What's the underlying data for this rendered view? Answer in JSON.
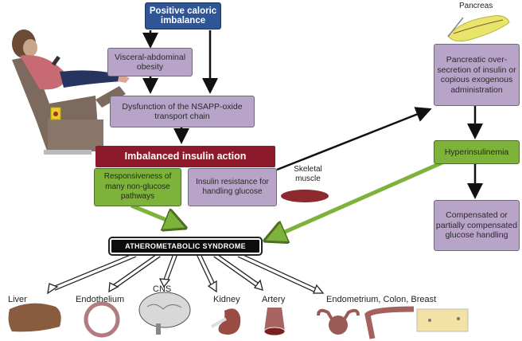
{
  "diagram": {
    "nodes": {
      "caloric": "Positive caloric imbalance",
      "visceral": "Visceral-abdominal obesity",
      "nsapp": "Dysfunction of the NSAPP-oxide transport chain",
      "imbalanced": "Imbalanced insulin action",
      "responsiveness": "Responsiveness of many non-glucose pathways",
      "resistance": "Insulin resistance for handling glucose",
      "pancreatic": "Pancreatic over-secretion of insulin or copious exogenous administration",
      "hyper": "Hyperinsulinemia",
      "compensated": "Compensated or partially compensated glucose handling",
      "syndrome": "ATHEROMETABOLIC SYNDROME"
    },
    "labels": {
      "pancreas": "Pancreas",
      "muscle": "Skeletal muscle"
    },
    "targets": [
      "Liver",
      "Endothelium",
      "CNS",
      "Kidney",
      "Artery",
      "Endometrium, Colon, Breast"
    ],
    "illustrations": [
      "reclining-woman",
      "pancreas",
      "skeletal-muscle",
      "liver",
      "endothelium",
      "brain",
      "kidney",
      "artery",
      "uterus",
      "colon",
      "breast"
    ],
    "colors": {
      "blue": "#2f5597",
      "purple": "#b9a4c9",
      "green": "#7db33a",
      "maroon": "#8d1a2b",
      "black": "#0c0c0c"
    }
  }
}
